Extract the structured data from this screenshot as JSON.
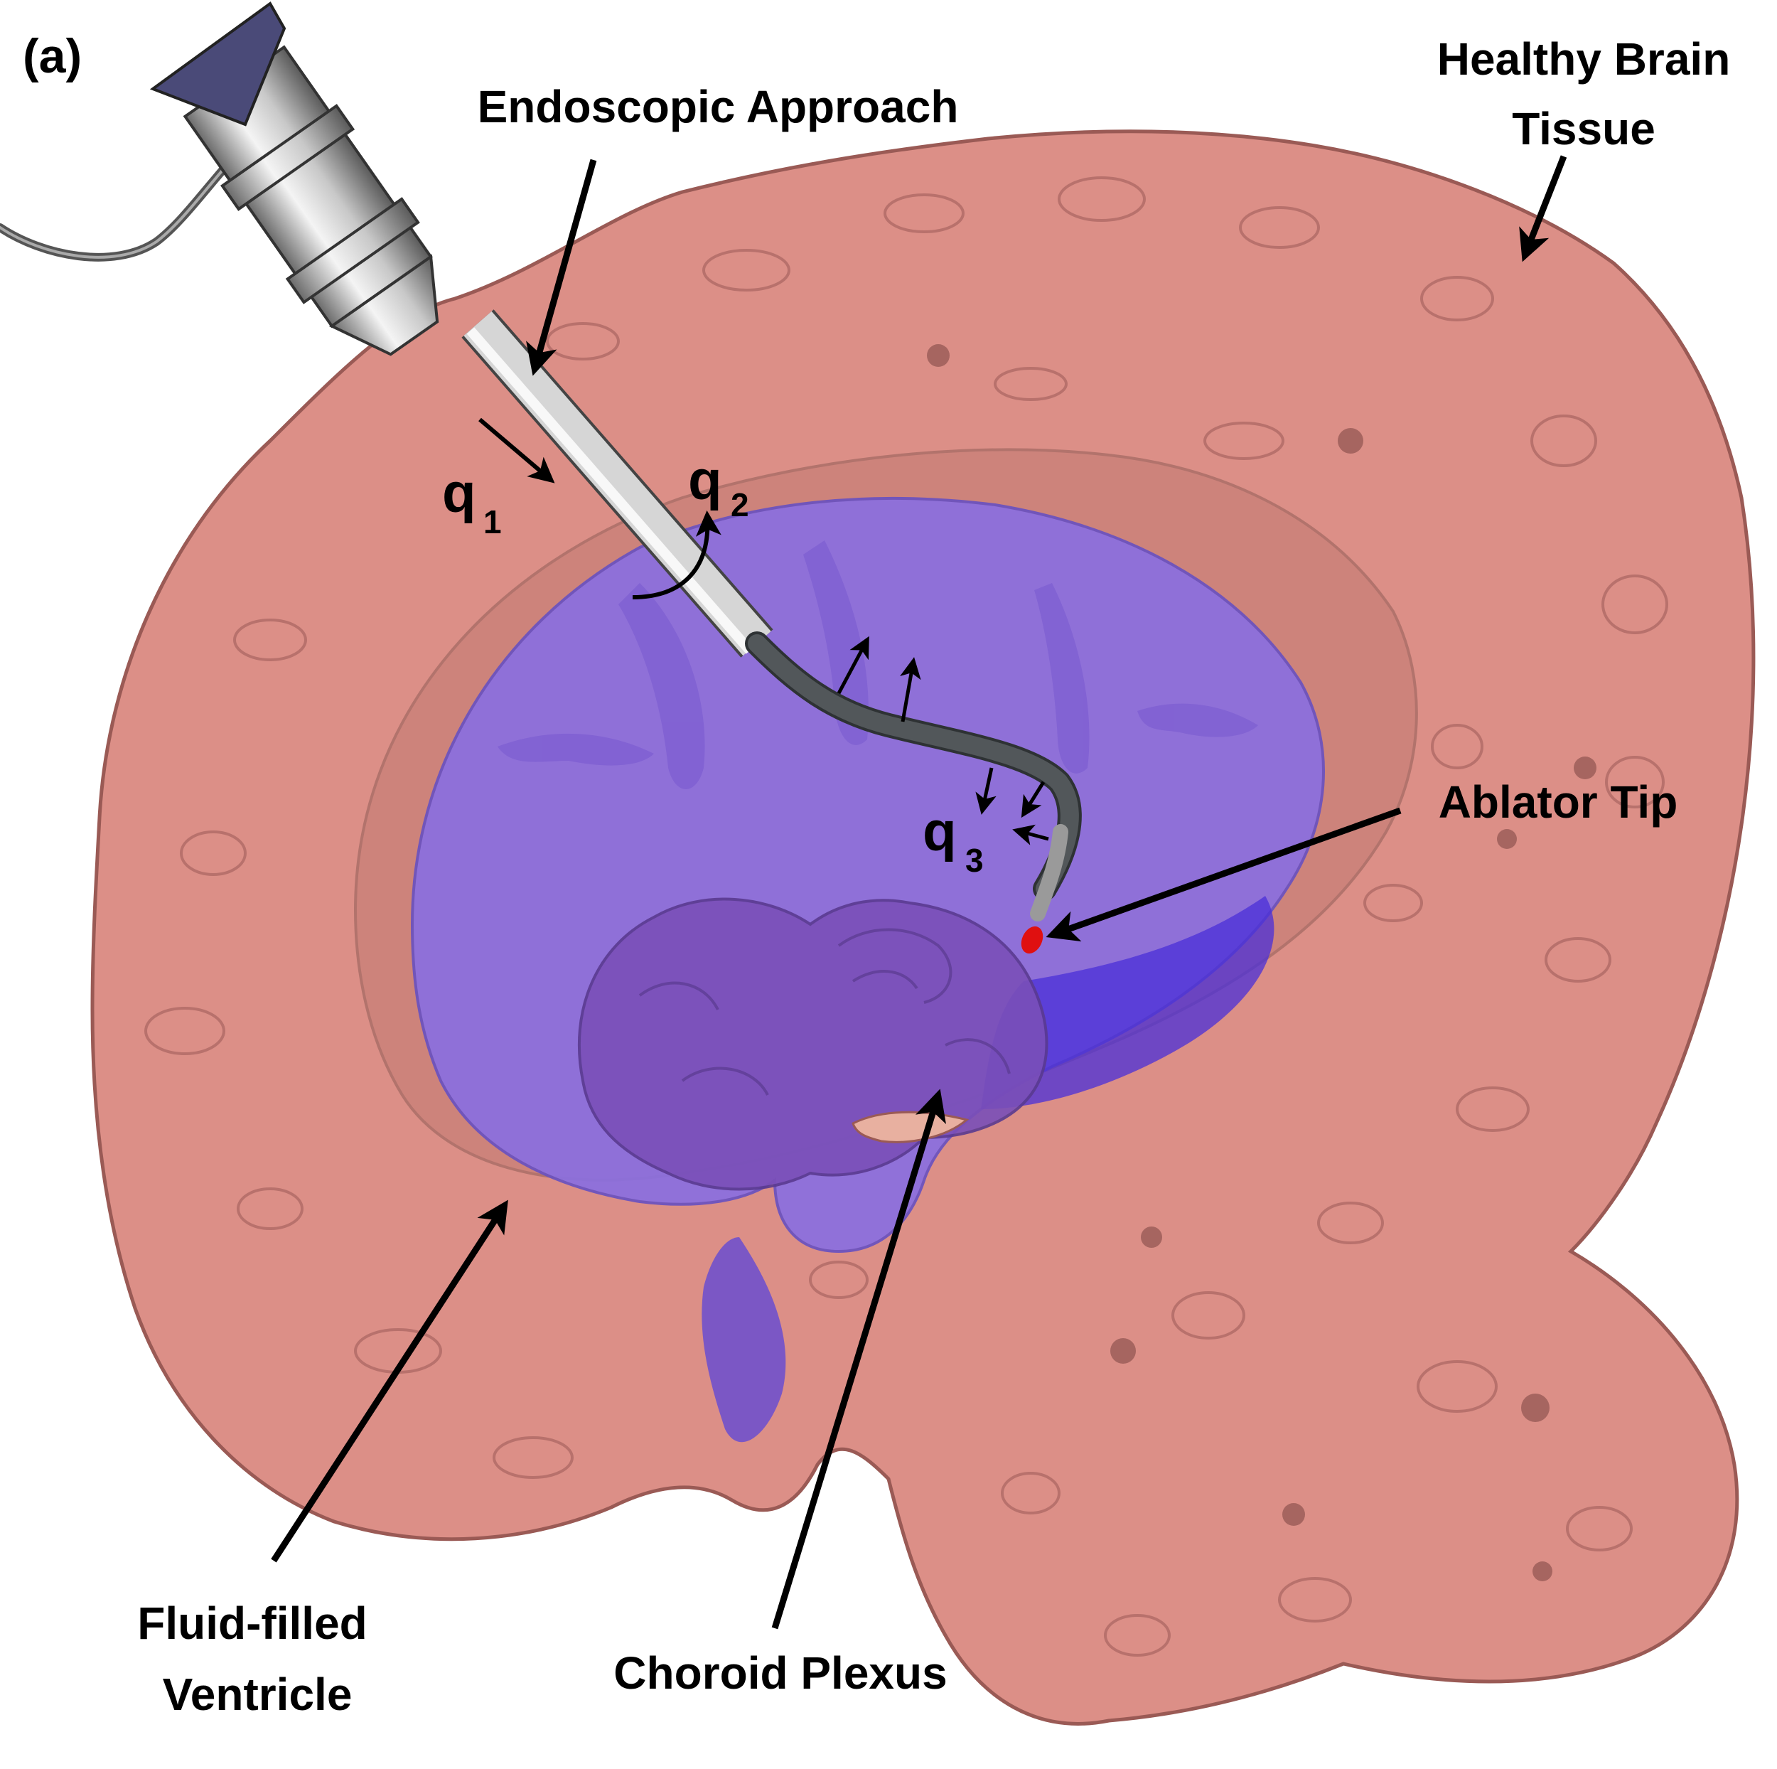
{
  "panel_label": "(a)",
  "labels": {
    "endoscopic_approach": "Endoscopic Approach",
    "healthy_brain_line1": "Healthy Brain",
    "healthy_brain_line2": "Tissue",
    "ablator_tip": "Ablator Tip",
    "fluid_line1": "Fluid-filled",
    "fluid_line2": "Ventricle",
    "choroid_plexus": "Choroid Plexus"
  },
  "joints": [
    {
      "symbol": "q",
      "subscript": "1"
    },
    {
      "symbol": "q",
      "subscript": "2"
    },
    {
      "symbol": "q",
      "subscript": "3"
    }
  ],
  "colors": {
    "brain_tissue": "#dc8f87",
    "brain_outline": "#9a5a55",
    "ventricle": "#8a6fe0",
    "ventricle_deep": "#4a2fd8",
    "choroid_plexus": "#7a4fb8",
    "ablator_tip": "#e01010",
    "endoscope_metal": "#b8b8b8",
    "endoscope_eyepiece": "#4a4a78",
    "catheter": "#4a4f52"
  }
}
